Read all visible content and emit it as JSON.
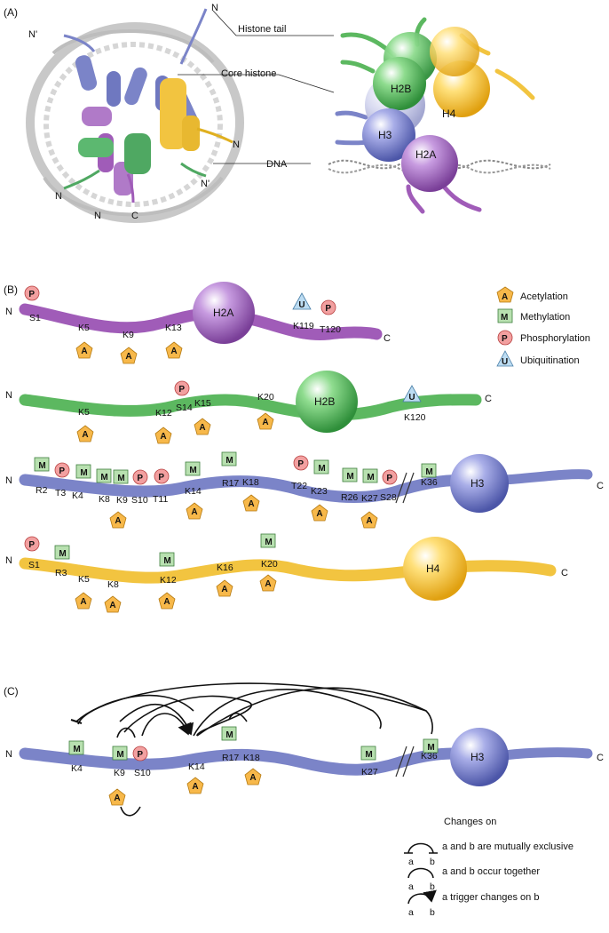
{
  "panel_a": {
    "label": "(A)",
    "callouts": {
      "histone_tail": "Histone tail",
      "core_histone": "Core histone",
      "dna": "DNA"
    },
    "termini": [
      "N'",
      "N",
      "N",
      "N",
      "N",
      "C",
      "N'"
    ],
    "cluster": [
      "H2B",
      "H4",
      "H3",
      "H2A"
    ]
  },
  "panel_b": {
    "label": "(B)",
    "legend": [
      {
        "symbol": "A",
        "kind": "acetylation",
        "label": "Acetylation",
        "color": "#f7b84a"
      },
      {
        "symbol": "M",
        "kind": "methylation",
        "label": "Methylation",
        "color": "#b8e0b0"
      },
      {
        "symbol": "P",
        "kind": "phosphorylation",
        "label": "Phosphorylation",
        "color": "#f2a0a0"
      },
      {
        "symbol": "U",
        "kind": "ubiquitination",
        "label": "Ubiquitination",
        "color": "#bcdcf2"
      }
    ],
    "histones": [
      {
        "name": "H2A",
        "n": "N",
        "c": "C",
        "color": "#a05cb8",
        "residues": [
          "S1",
          "K5",
          "K9",
          "K13",
          "K119",
          "T120"
        ]
      },
      {
        "name": "H2B",
        "n": "N",
        "c": "C",
        "color": "#5cb860",
        "residues": [
          "K5",
          "K12",
          "S14",
          "K15",
          "K20",
          "K120"
        ]
      },
      {
        "name": "H3",
        "n": "N",
        "c": "C",
        "color": "#7b84c8",
        "residues": [
          "R2",
          "T3",
          "K4",
          "K8",
          "K9",
          "S10",
          "T11",
          "K14",
          "R17",
          "K18",
          "T22",
          "K23",
          "R26",
          "K27",
          "S28",
          "K36"
        ]
      },
      {
        "name": "H4",
        "n": "N",
        "c": "C",
        "color": "#f2c440",
        "residues": [
          "S1",
          "R3",
          "K5",
          "K8",
          "K12",
          "K16",
          "K20"
        ]
      }
    ]
  },
  "panel_c": {
    "label": "(C)",
    "histone": "H3",
    "n": "N",
    "c": "C",
    "residues": [
      "K4",
      "K9",
      "S10",
      "K14",
      "R17",
      "K18",
      "K27",
      "K36"
    ],
    "legend_title": "Changes on",
    "legend": [
      {
        "text": "a and b are mutually exclusive",
        "a": "a",
        "b": "b"
      },
      {
        "text": "a and b occur together",
        "a": "a",
        "b": "b"
      },
      {
        "text": "a trigger changes on b",
        "a": "a",
        "b": "b"
      }
    ]
  }
}
